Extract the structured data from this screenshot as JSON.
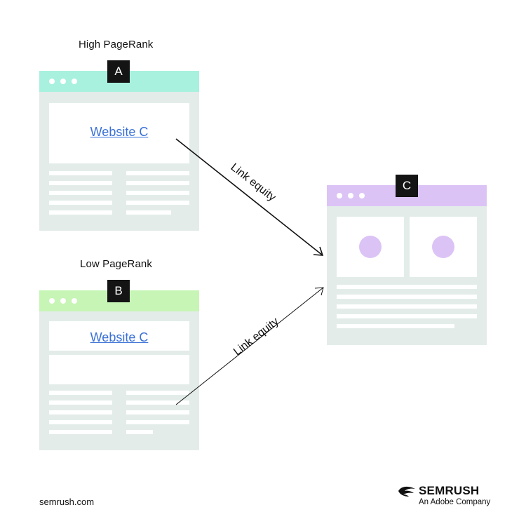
{
  "site_a": {
    "caption": "High PageRank",
    "badge": "A",
    "link_text": "Website C",
    "bar_color": "#a8f1de"
  },
  "site_b": {
    "caption": "Low PageRank",
    "badge": "B",
    "link_text": "Website C",
    "bar_color": "#c7f5b6"
  },
  "site_c": {
    "badge": "C",
    "bar_color": "#dcc3f6"
  },
  "edges": {
    "a_to_c": "Link equity",
    "b_to_c": "Link equity"
  },
  "footer": {
    "url": "semrush.com",
    "brand": "SEMRUSH",
    "brand_sub": "An Adobe Company"
  },
  "icons": [
    "browser-window",
    "semrush-fire-logo"
  ]
}
